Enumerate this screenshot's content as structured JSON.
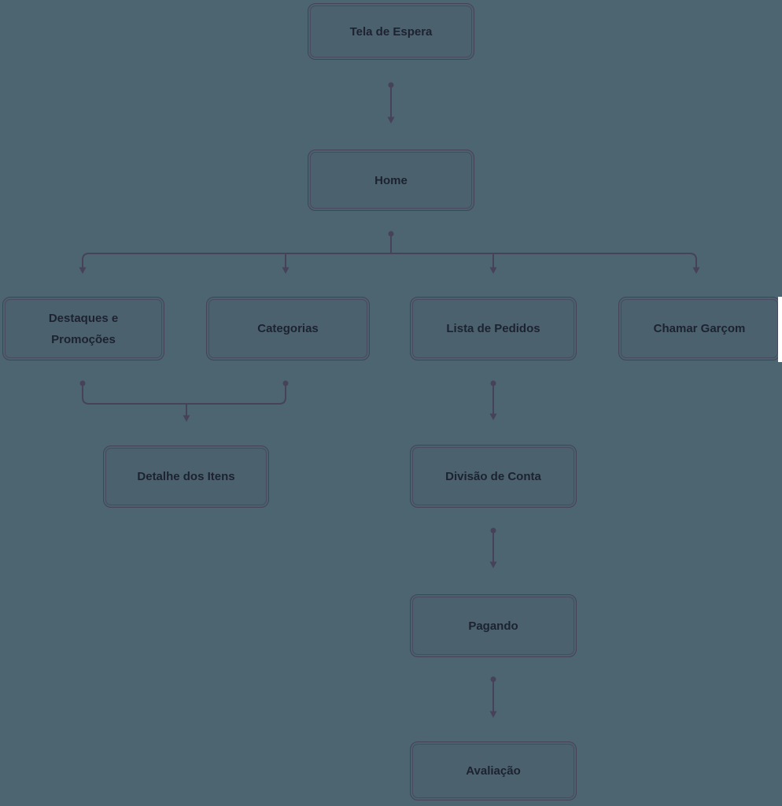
{
  "diagram": {
    "colors": {
      "background": "#4d6571",
      "stroke": "#45425a",
      "text": "#1d2230",
      "canvas_edge": "#ffffff"
    },
    "nodes": [
      {
        "id": "tela-de-espera",
        "label": "Tela de Espera"
      },
      {
        "id": "home",
        "label": "Home"
      },
      {
        "id": "destaques-e-promocoes",
        "label": "Destaques e Promoções"
      },
      {
        "id": "categorias",
        "label": "Categorias"
      },
      {
        "id": "lista-de-pedidos",
        "label": "Lista de Pedidos"
      },
      {
        "id": "chamar-garcom",
        "label": "Chamar Garçom"
      },
      {
        "id": "detalhe-dos-itens",
        "label": "Detalhe dos Itens"
      },
      {
        "id": "divisao-de-conta",
        "label": "Divisão de Conta"
      },
      {
        "id": "pagando",
        "label": "Pagando"
      },
      {
        "id": "avaliacao",
        "label": "Avaliação"
      }
    ],
    "edges": [
      {
        "from": "tela-de-espera",
        "to": "home"
      },
      {
        "from": "home",
        "to": "destaques-e-promocoes"
      },
      {
        "from": "home",
        "to": "categorias"
      },
      {
        "from": "home",
        "to": "lista-de-pedidos"
      },
      {
        "from": "home",
        "to": "chamar-garcom"
      },
      {
        "from": "destaques-e-promocoes",
        "to": "detalhe-dos-itens"
      },
      {
        "from": "categorias",
        "to": "detalhe-dos-itens"
      },
      {
        "from": "lista-de-pedidos",
        "to": "divisao-de-conta"
      },
      {
        "from": "divisao-de-conta",
        "to": "pagando"
      },
      {
        "from": "pagando",
        "to": "avaliacao"
      }
    ]
  }
}
